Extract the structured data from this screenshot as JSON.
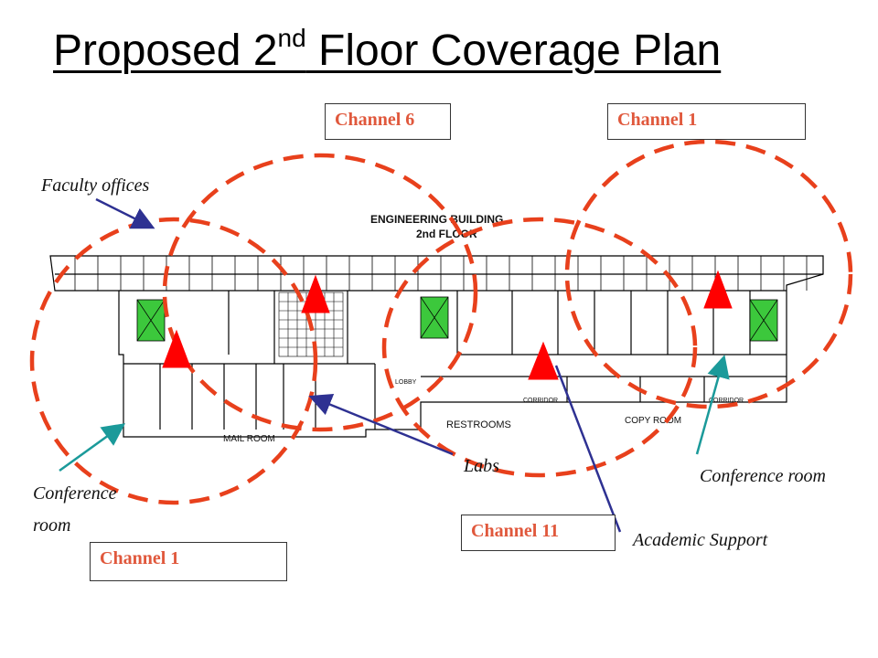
{
  "slide": {
    "title_main": "Proposed 2",
    "title_sup": "nd",
    "title_rest": " Floor Coverage Plan"
  },
  "channels": {
    "top_left": "Channel 6",
    "top_right": "Channel 1",
    "bottom_left": "Channel 1",
    "bottom_mid": "Channel 11"
  },
  "annotations": {
    "faculty_offices": "Faculty offices",
    "labs": "Labs",
    "conference_room_left_line1": "Conference",
    "conference_room_left_line2": "room",
    "conference_room_right": "Conference room",
    "academic_support": "Academic Support"
  },
  "floorplan": {
    "building_title_line1": "ENGINEERING BUILDING",
    "building_title_line2": "2nd FLOOR",
    "restrooms": "RESTROOMS",
    "mail_room": "MAIL ROOM",
    "copy_room": "COPY ROOM",
    "corridor": "CORRIDOR",
    "lobby": "LOBBY"
  },
  "colors": {
    "coverage_dash": "#e8401c",
    "access_point": "#ff0000",
    "channel_text": "#e0583c",
    "arrow_blue": "#2e3192",
    "arrow_teal": "#1b9a9a",
    "green_room": "#3cc83c"
  }
}
